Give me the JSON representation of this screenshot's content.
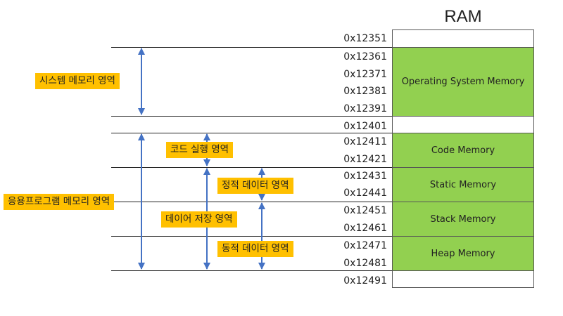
{
  "title": "RAM",
  "colors": {
    "block_fill": "#92d050",
    "region_label_bg": "#ffc000",
    "arrow": "#4472c4"
  },
  "addresses": [
    "0x12351",
    "0x12361",
    "0x12371",
    "0x12381",
    "0x12391",
    "0x12401",
    "0x12411",
    "0x12421",
    "0x12431",
    "0x12441",
    "0x12451",
    "0x12461",
    "0x12471",
    "0x12481",
    "0x12491"
  ],
  "blocks": {
    "top_empty": "",
    "os": "Operating System Memory",
    "gap": "",
    "code": "Code Memory",
    "static": "Static Memory",
    "stack": "Stack Memory",
    "heap": "Heap Memory",
    "bottom_empty": ""
  },
  "regions": {
    "system": "시스템 메모리 영역",
    "application": "응용프로그램 메모리 영역",
    "code_exec": "코드 실행 영역",
    "static_data": "정적 데이터 영역",
    "data_store": "데이어 저장 영역",
    "dynamic_data": "동적 데이터 영역"
  }
}
